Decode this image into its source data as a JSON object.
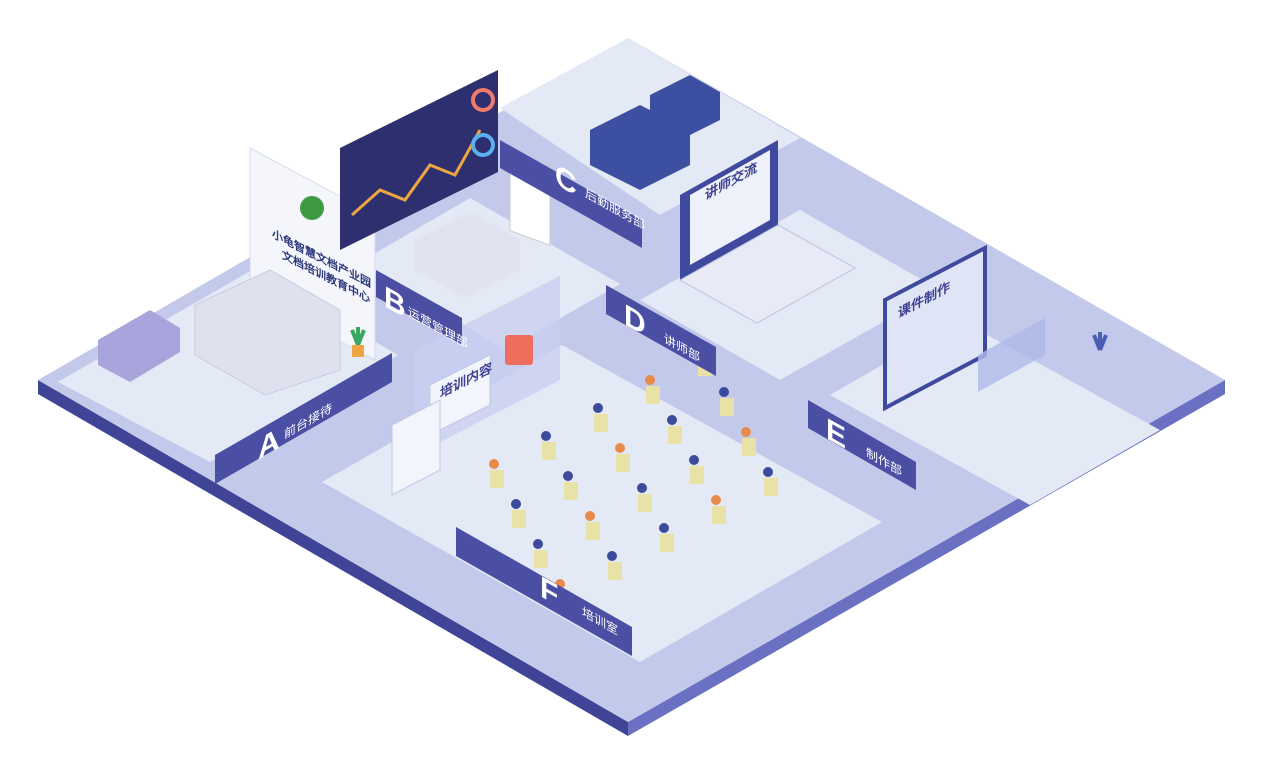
{
  "zones": [
    {
      "letter": "A",
      "name": "前台接待"
    },
    {
      "letter": "B",
      "name": "运营管理部"
    },
    {
      "letter": "C",
      "name": "后勤服务部"
    },
    {
      "letter": "D",
      "name": "讲师部"
    },
    {
      "letter": "E",
      "name": "制作部"
    },
    {
      "letter": "F",
      "name": "培训室"
    }
  ],
  "reception_sign": {
    "line1": "小龟智慧文档产业园",
    "line2": "文档培训教育中心"
  },
  "screens": {
    "teacher_exchange": "讲师交流",
    "courseware": "课件制作",
    "training_content": "培训内容"
  },
  "colors": {
    "floor": "#c3c9ea",
    "room": "#e4e9f6",
    "board": "#4a4fa3",
    "edge_dark": "#3f4496",
    "edge_light": "#6b71c2"
  }
}
